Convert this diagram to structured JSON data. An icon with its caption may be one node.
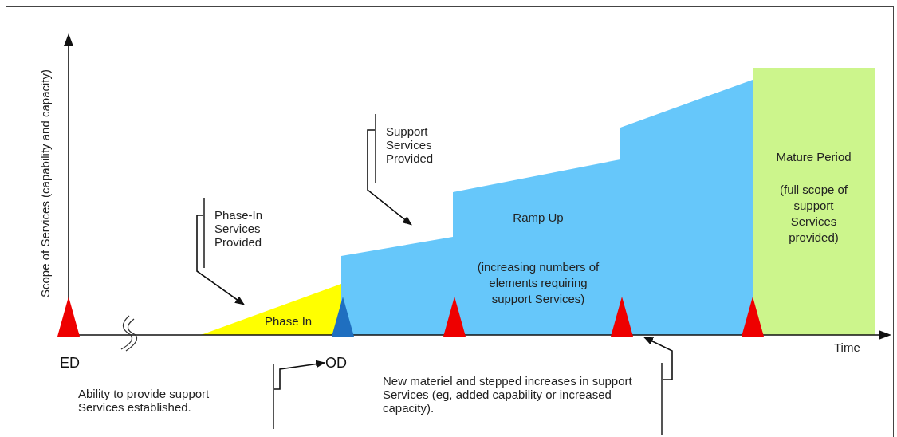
{
  "diagram": {
    "nodes": [
      {
        "text": [
          "Phase-In Services Provided"
        ]
      },
      {
        "text": [
          "Phase In"
        ]
      },
      {
        "text": [
          "Support Services Provided"
        ]
      },
      {
        "text": [
          "Ramp Up",
          "(increasing numbers of elements requiring support Services)"
        ]
      },
      {
        "text": [
          "Mature Period",
          "(full scope of support Services provided)"
        ]
      },
      {
        "text": [
          "OD"
        ]
      },
      {
        "text": [
          "Ability to provide support Services established."
        ]
      },
      {
        "text": [
          "New materiel and stepped increases in support Services (eg, added capability or increased capacity)."
        ]
      }
    ],
    "edges": [
      {
        "from": 0,
        "to": 1,
        "arrow": "to"
      },
      {
        "from": 2,
        "to": 3,
        "arrow": "to"
      },
      {
        "from": 6,
        "to": 5,
        "arrow": "to"
      },
      {
        "from": 7,
        "to": 3,
        "arrow": "to"
      }
    ],
    "labels": [
      "Scope of Services (capability and capacity)",
      "ED",
      "Time"
    ]
  }
}
